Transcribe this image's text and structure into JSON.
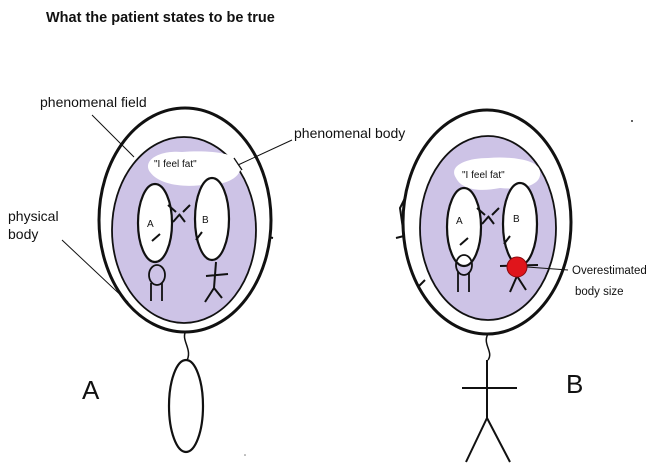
{
  "title": "What the patient states to be true",
  "labels": {
    "phenomenal_field": "phenomenal field",
    "phenomenal_body": "phenomenal body",
    "physical": "physical",
    "body": "body",
    "overestimated_line1": "Overestimated",
    "overestimated_line2": "body size"
  },
  "panels": {
    "left": {
      "letter": "A",
      "speech": "\"I feel fat\"",
      "eye_left": "A",
      "eye_right": "B"
    },
    "right": {
      "letter": "B",
      "speech": "\"I feel fat\"",
      "eye_left": "A",
      "eye_right": "B"
    }
  },
  "colors": {
    "field_fill": "#cdc3e6",
    "highlight_red": "#e0151b",
    "stroke": "#111111"
  }
}
